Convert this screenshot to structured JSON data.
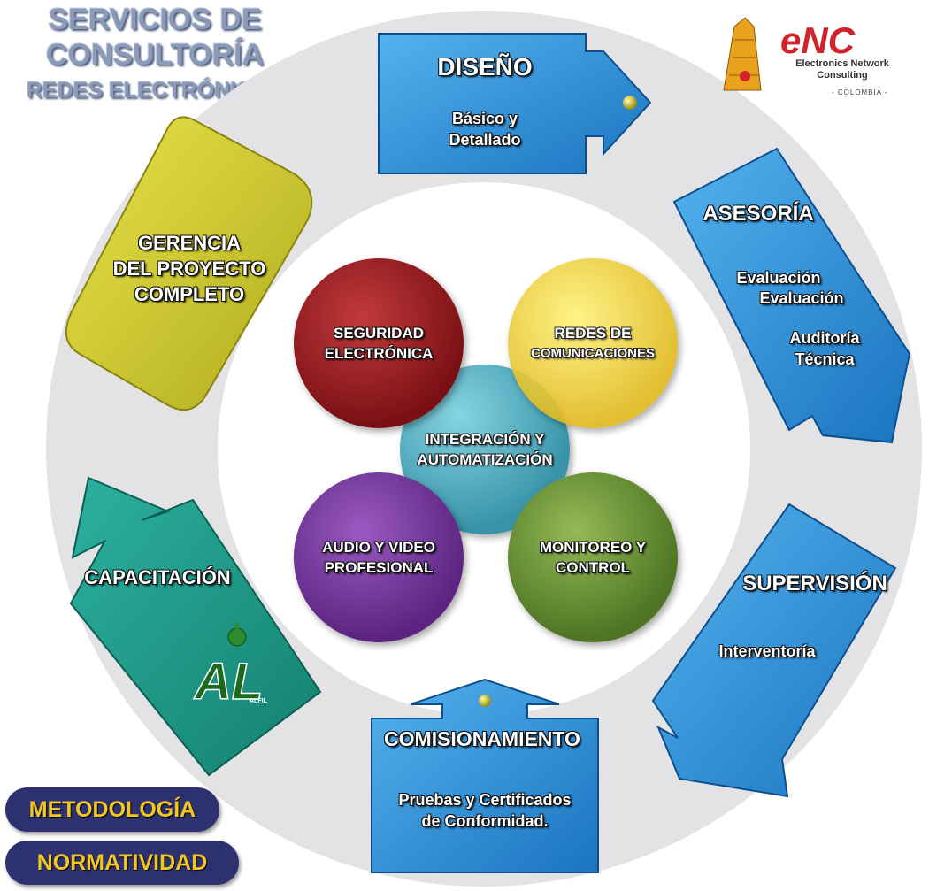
{
  "title": {
    "line1": "SERVICIOS DE",
    "line2": "CONSULTORÍA",
    "subtitle": "REDES ELECTRÓNICAS"
  },
  "logo": {
    "mark_text": "eNC",
    "company_line1": "Electronics Network",
    "company_line2": "Consulting",
    "country": "- COLOMBIA -"
  },
  "steps": {
    "diseno": {
      "title": "DISEÑO",
      "line1": "Básico y",
      "line2": "Detallado",
      "color": "#2a8fd6"
    },
    "asesoria": {
      "title": "ASESORÍA",
      "line1": "Evaluación",
      "line2": "Evaluación",
      "line3": "Auditoría",
      "line4": "Técnica",
      "color": "#2a8fd6"
    },
    "supervision": {
      "title": "SUPERVISIÓN",
      "line1": "Interventoría",
      "color": "#2a8fd6"
    },
    "comisionamiento": {
      "title": "COMISIONAMIENTO",
      "line1": "Pruebas  y Certificados",
      "line2": "de Conformidad.",
      "color": "#2a8fd6"
    },
    "capacitacion": {
      "title": "CAPACITACIÓN",
      "color": "#1e9a8a"
    },
    "gerencia": {
      "line1": "GERENCIA",
      "line2": "DEL PROYECTO",
      "line3": "COMPLETO",
      "color": "#d2cc2e"
    }
  },
  "circles": {
    "seguridad": {
      "line1": "SEGURIDAD",
      "line2": "ELECTRÓNICA",
      "color": "#a01c1e"
    },
    "redes": {
      "line1": "REDES DE",
      "line2": "COMUNICACIONES",
      "color": "#f2d23a"
    },
    "integracion": {
      "line1": "INTEGRACIÓN Y",
      "line2": "AUTOMATIZACIÓN",
      "color": "#3ea0b4"
    },
    "audio": {
      "line1": "AUDIO Y VIDEO",
      "line2": "PROFESIONAL",
      "color": "#7a3ca0"
    },
    "monitoreo": {
      "line1": "MONITOREO Y",
      "line2": "CONTROL",
      "color": "#6e9638"
    }
  },
  "badges": {
    "metodologia": "METODOLOGÍA",
    "normatividad": "NORMATIVIDAD"
  },
  "alfil_logo": {
    "mark": "AL",
    "caption": "ALFIL"
  }
}
